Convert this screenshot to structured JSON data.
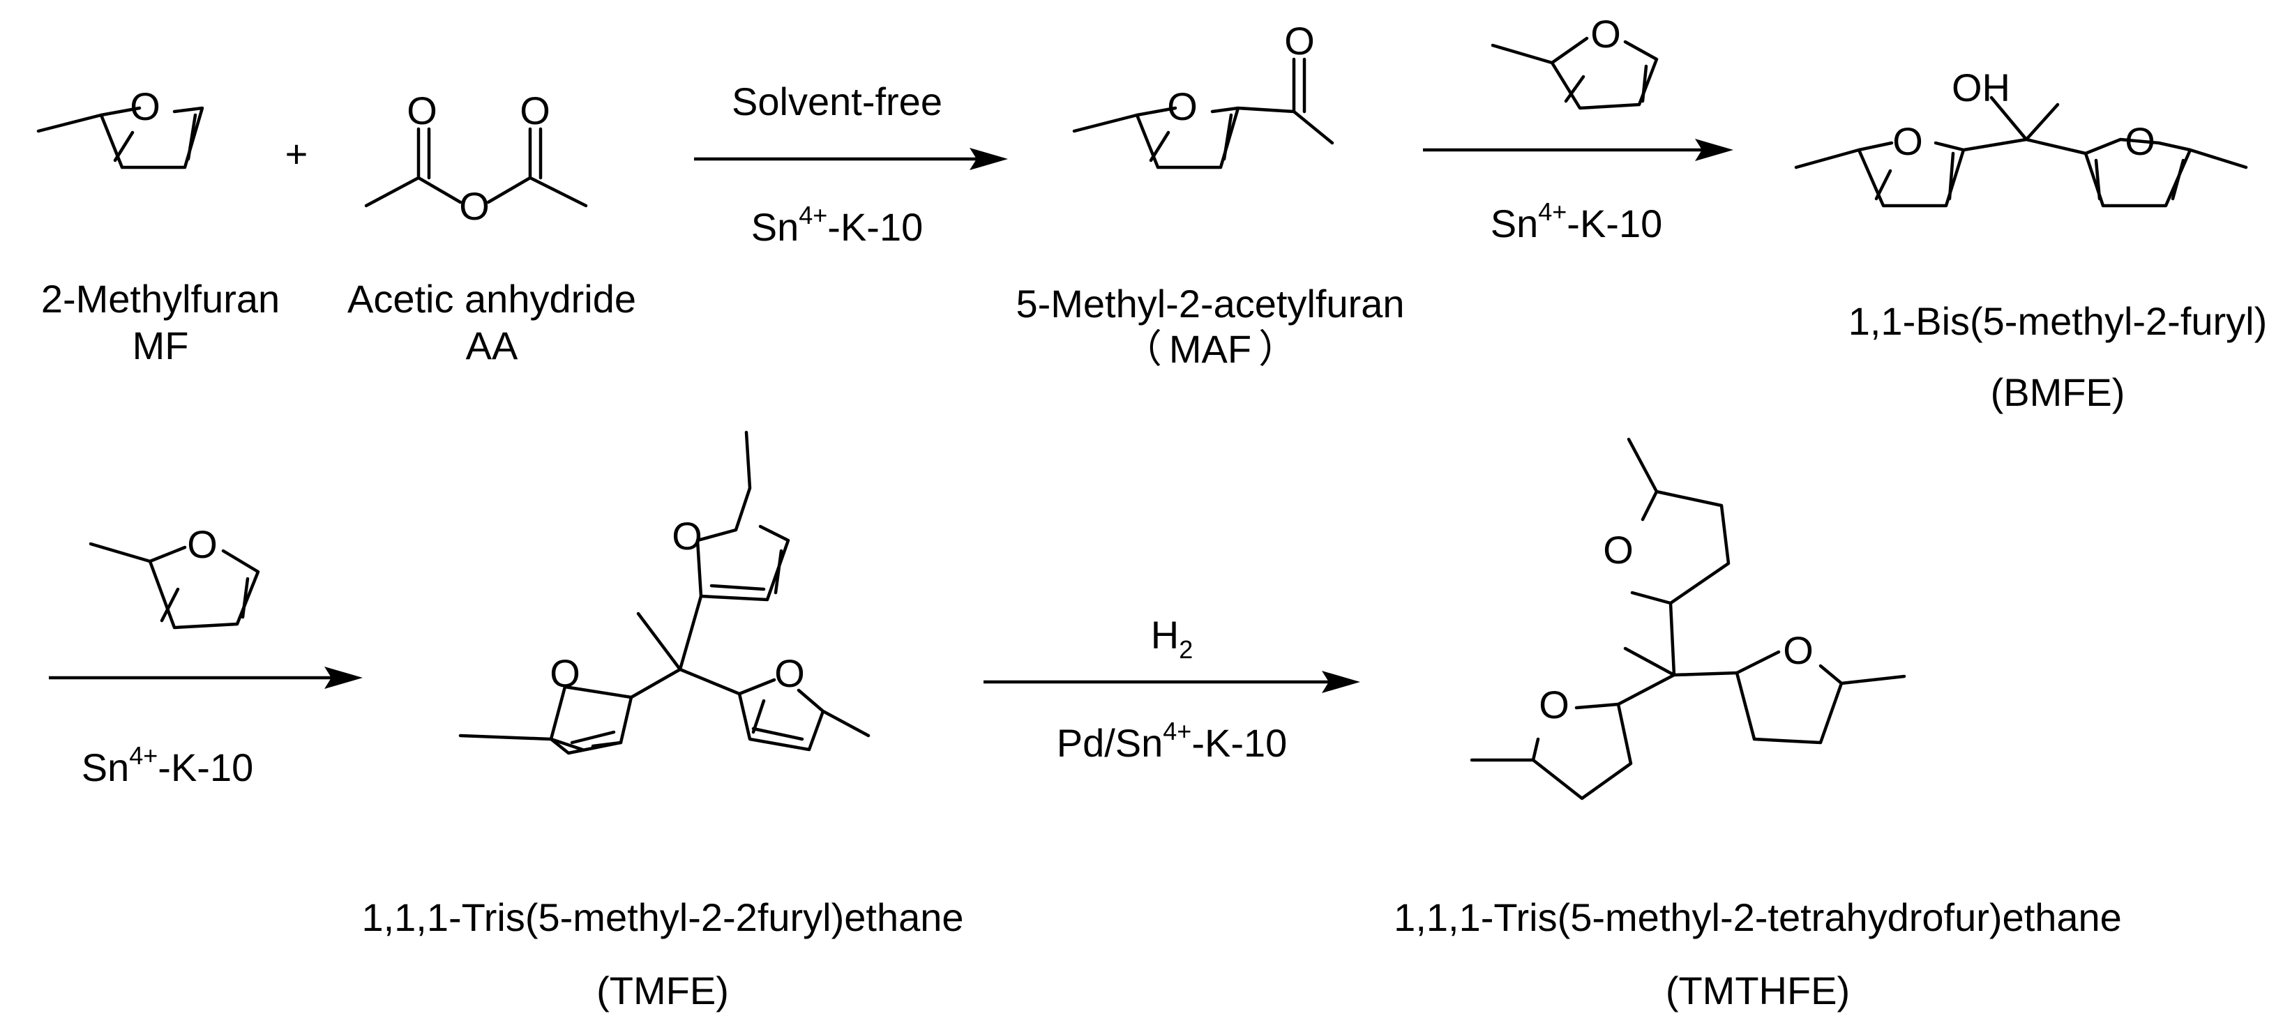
{
  "colors": {
    "ink": "#000000",
    "background": "#ffffff"
  },
  "reactants": {
    "mf": {
      "name": "2-Methylfuran",
      "abbr": "MF",
      "atom_o": "O"
    },
    "plus": "+",
    "aa": {
      "name": "Acetic anhydride",
      "abbr": "AA",
      "atom_o": "O"
    }
  },
  "step1": {
    "condition_top": "Solvent-free",
    "catalyst": {
      "prefix": "Sn",
      "charge": "4+",
      "suffix": "-K-10"
    }
  },
  "maf": {
    "name": "5-Methyl-2-acetylfuran",
    "abbr_open": "（",
    "abbr": "MAF",
    "abbr_close": "）",
    "atom_o": "O"
  },
  "step2": {
    "reagent": "2-methylfuran",
    "catalyst": {
      "prefix": "Sn",
      "charge": "4+",
      "suffix": "-K-10"
    }
  },
  "bmfe": {
    "name": "1,1-Bis(5-methyl-2-furyl)",
    "abbr": "(BMFE)",
    "atom_oh": "OH",
    "atom_o": "O"
  },
  "step3": {
    "reagent": "2-methylfuran",
    "catalyst": {
      "prefix": "Sn",
      "charge": "4+",
      "suffix": "-K-10"
    }
  },
  "tmfe": {
    "name": "1,1,1-Tris(5-methyl-2-2furyl)ethane",
    "abbr": "(TMFE)",
    "atom_o": "O"
  },
  "step4": {
    "reagent": {
      "prefix": "H",
      "subscript": "2"
    },
    "catalyst": {
      "prefix": "Pd/Sn",
      "charge": "4+",
      "suffix": "-K-10"
    }
  },
  "tmthfe": {
    "name": "1,1,1-Tris(5-methyl-2-tetrahydrofur)ethane",
    "abbr": "(TMTHFE)",
    "atom_o": "O"
  }
}
